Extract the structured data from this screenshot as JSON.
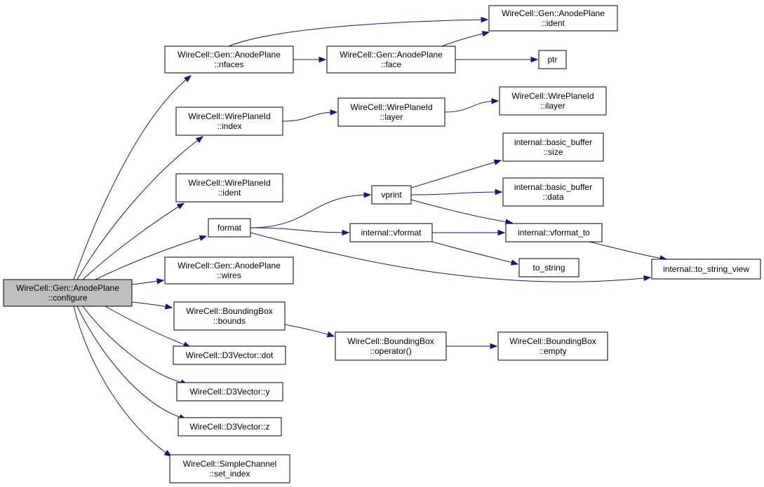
{
  "colors": {
    "edge": "#191970",
    "root_fill": "#bfbfbf",
    "node_fill": "#ffffff",
    "border": "#000000"
  },
  "nodes": {
    "configure": [
      "WireCell::Gen::AnodePlane",
      "::configure"
    ],
    "nfaces": [
      "WireCell::Gen::AnodePlane",
      "::nfaces"
    ],
    "face": [
      "WireCell::Gen::AnodePlane",
      "::face"
    ],
    "ap_ident": [
      "WireCell::Gen::AnodePlane",
      "::ident"
    ],
    "ptr": [
      "ptr"
    ],
    "wpi_index": [
      "WireCell::WirePlaneId",
      "::index"
    ],
    "wpi_layer": [
      "WireCell::WirePlaneId",
      "::layer"
    ],
    "wpi_ilayer": [
      "WireCell::WirePlaneId",
      "::ilayer"
    ],
    "wpi_ident": [
      "WireCell::WirePlaneId",
      "::ident"
    ],
    "format": [
      "format"
    ],
    "vprint": [
      "vprint"
    ],
    "bb_size": [
      "internal::basic_buffer",
      "::size"
    ],
    "bb_data": [
      "internal::basic_buffer",
      "::data"
    ],
    "vformat": [
      "internal::vformat"
    ],
    "vformat_to": [
      "internal::vformat_to"
    ],
    "to_string": [
      "to_string"
    ],
    "to_string_view": [
      "internal::to_string_view"
    ],
    "wires": [
      "WireCell::Gen::AnodePlane",
      "::wires"
    ],
    "bounds": [
      "WireCell::BoundingBox",
      "::bounds"
    ],
    "bb_op": [
      "WireCell::BoundingBox",
      "::operator()"
    ],
    "bb_empty": [
      "WireCell::BoundingBox",
      "::empty"
    ],
    "dot": [
      "WireCell::D3Vector::dot"
    ],
    "y": [
      "WireCell::D3Vector::y"
    ],
    "z": [
      "WireCell::D3Vector::z"
    ],
    "set_index": [
      "WireCell::SimpleChannel",
      "::set_index"
    ]
  },
  "edges": [
    [
      "configure",
      "nfaces"
    ],
    [
      "configure",
      "wpi_index"
    ],
    [
      "configure",
      "wpi_ident"
    ],
    [
      "configure",
      "format"
    ],
    [
      "configure",
      "wires"
    ],
    [
      "configure",
      "bounds"
    ],
    [
      "configure",
      "dot"
    ],
    [
      "configure",
      "y"
    ],
    [
      "configure",
      "z"
    ],
    [
      "configure",
      "set_index"
    ],
    [
      "nfaces",
      "face"
    ],
    [
      "nfaces",
      "ap_ident"
    ],
    [
      "face",
      "ap_ident"
    ],
    [
      "face",
      "ptr"
    ],
    [
      "wpi_index",
      "wpi_layer"
    ],
    [
      "wpi_layer",
      "wpi_ilayer"
    ],
    [
      "format",
      "vprint"
    ],
    [
      "format",
      "vformat"
    ],
    [
      "format",
      "to_string_view"
    ],
    [
      "vprint",
      "bb_size"
    ],
    [
      "vprint",
      "bb_data"
    ],
    [
      "vprint",
      "vformat_to"
    ],
    [
      "vformat",
      "vformat_to"
    ],
    [
      "vformat",
      "to_string"
    ],
    [
      "vformat_to",
      "to_string_view"
    ],
    [
      "bounds",
      "bb_op"
    ],
    [
      "bb_op",
      "bb_empty"
    ]
  ]
}
